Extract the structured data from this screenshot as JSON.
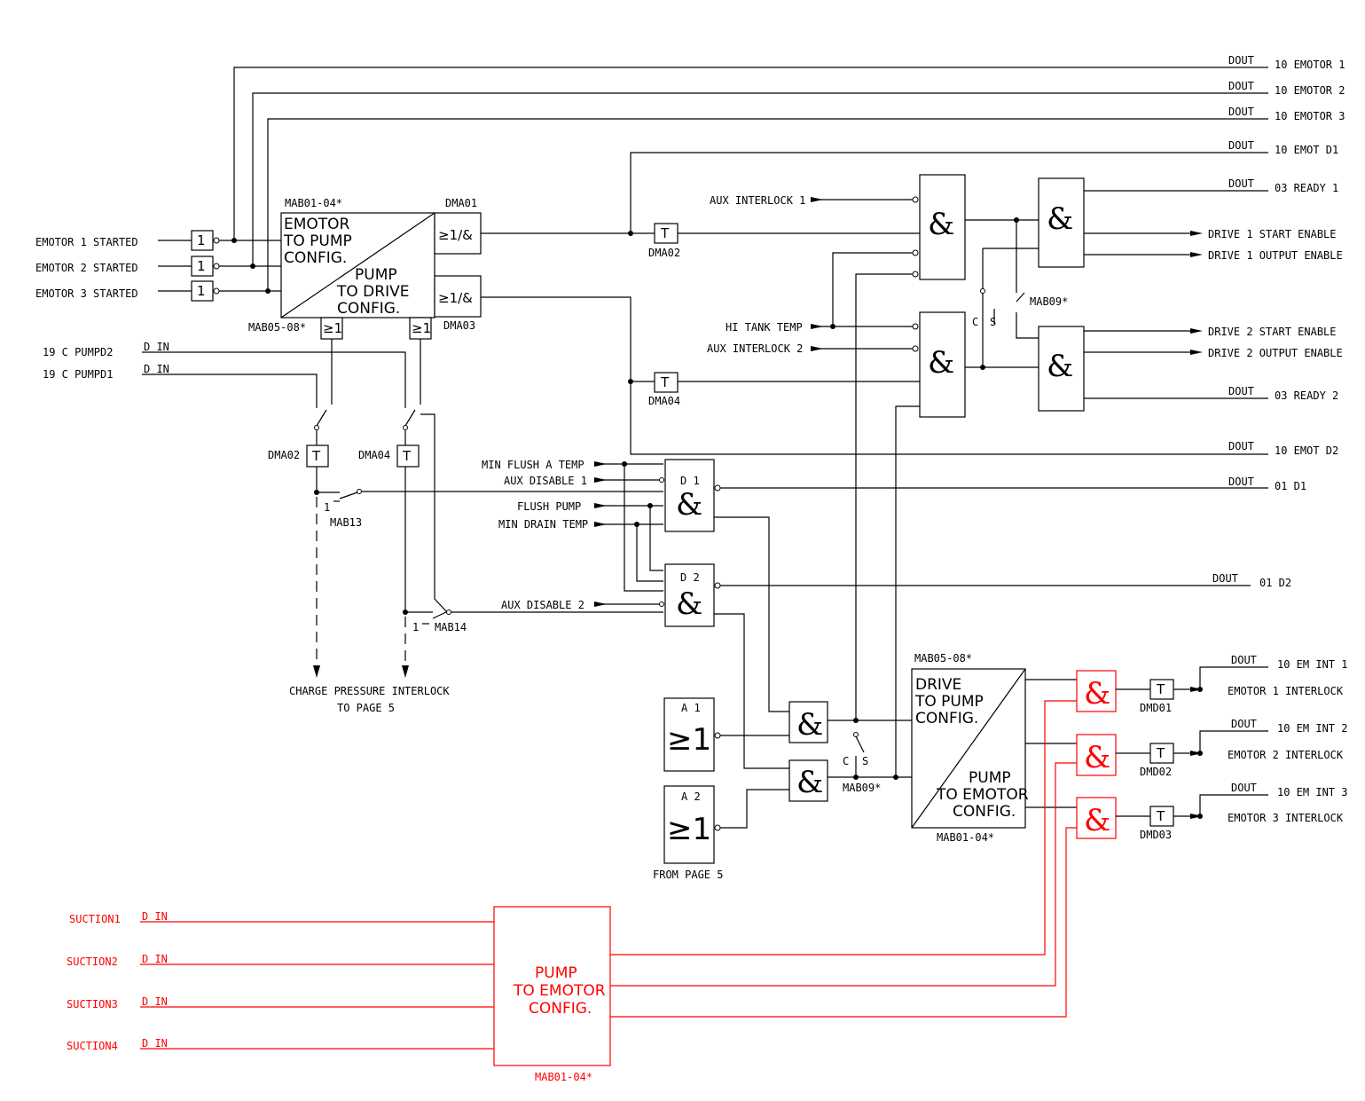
{
  "inputs": {
    "emotor1_started": "EMOTOR 1 STARTED",
    "emotor2_started": "EMOTOR 2 STARTED",
    "emotor3_started": "EMOTOR 3 STARTED",
    "pumpd2": "19 C PUMPD2",
    "pumpd1": "19 C PUMPD1",
    "din": "D IN",
    "aux_interlock_1": "AUX INTERLOCK 1",
    "hi_tank_temp": "HI TANK TEMP",
    "aux_interlock_2": "AUX INTERLOCK 2",
    "min_flush_a_temp": "MIN FLUSH A TEMP",
    "aux_disable_1": "AUX DISABLE 1",
    "flush_pump": "FLUSH PUMP",
    "min_drain_temp": "MIN DRAIN TEMP",
    "aux_disable_2": "AUX DISABLE 2",
    "from_page_5": "FROM PAGE 5",
    "suction1": "SUCTION1",
    "suction2": "SUCTION2",
    "suction3": "SUCTION3",
    "suction4": "SUCTION4"
  },
  "outputs": {
    "dout": "DOUT",
    "emotor_1": "10 EMOTOR 1",
    "emotor_2": "10 EMOTOR 2",
    "emotor_3": "10 EMOTOR 3",
    "emot_d1": "10 EMOT D1",
    "ready_1": "03 READY 1",
    "drive1_start": "DRIVE 1 START ENABLE",
    "drive1_output": "DRIVE 1 OUTPUT ENABLE",
    "drive2_start": "DRIVE 2 START ENABLE",
    "drive2_output": "DRIVE 2 OUTPUT ENABLE",
    "ready_2": "03 READY 2",
    "emot_d2": "10 EMOT D2",
    "d1": "01 D1",
    "d2": "01 D2",
    "em_int_1": "10 EM INT 1",
    "em_int_2": "10 EM INT 2",
    "em_int_3": "10 EM INT 3",
    "emotor1_interlock": "EMOTOR 1 INTERLOCK",
    "emotor2_interlock": "EMOTOR 2 INTERLOCK",
    "emotor3_interlock": "EMOTOR 3 INTERLOCK",
    "charge_pressure": "CHARGE PRESSURE INTERLOCK",
    "to_page_5": "TO PAGE 5"
  },
  "blocks": {
    "mab01_04": "MAB01-04*",
    "mab05_08": "MAB05-08*",
    "mab09": "MAB09*",
    "mab13": "MAB13",
    "mab14": "MAB14",
    "dma01": "DMA01",
    "dma02": "DMA02",
    "dma03": "DMA03",
    "dma04": "DMA04",
    "dmd01": "DMD01",
    "dmd02": "DMD02",
    "dmd03": "DMD03",
    "emotor_to_pump": [
      "EMOTOR",
      "TO PUMP",
      "CONFIG."
    ],
    "pump_to_drive": [
      "PUMP",
      "TO DRIVE",
      "CONFIG."
    ],
    "drive_to_pump": [
      "DRIVE",
      "TO PUMP",
      "CONFIG."
    ],
    "pump_to_emotor": [
      "PUMP",
      "TO EMOTOR",
      "CONFIG."
    ],
    "gate_one": "1",
    "gate_t": "T",
    "gate_and": "&",
    "gate_or": "≥1",
    "gate_or_and": "≥1/&",
    "d1_label": "D 1",
    "d2_label": "D 2",
    "a1_label": "A 1",
    "a2_label": "A 2",
    "switch_c": "C",
    "switch_s": "S",
    "switch_one": "1"
  },
  "colors": {
    "line": "#000000",
    "highlight": "#ff0000"
  }
}
